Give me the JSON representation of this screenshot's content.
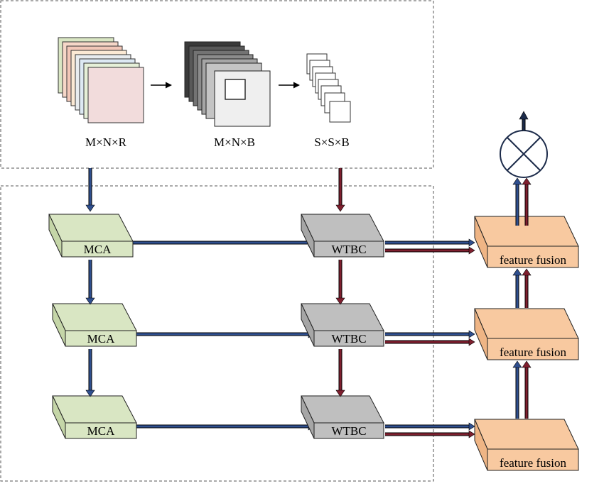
{
  "labels": {
    "input_cube": "M×N×R",
    "band_cube": "M×N×B",
    "patch_cube": "S×S×B"
  },
  "blocks": {
    "mca": [
      "MCA",
      "MCA",
      "MCA"
    ],
    "wtbc": [
      "WTBC",
      "WTBC",
      "WTBC"
    ],
    "fusion": [
      "feature fusion",
      "feature fusion",
      "feature fusion"
    ]
  },
  "output": {
    "operator_icon": "multiply-circle-icon"
  },
  "colors": {
    "mca_fill": "#d9e6c3",
    "wtbc_fill": "#bfbfbf",
    "fusion_fill": "#f8c9a0",
    "blue_arrow": "#2f4f8f",
    "red_arrow": "#7f1f2f",
    "dashed_border": "#555555"
  }
}
